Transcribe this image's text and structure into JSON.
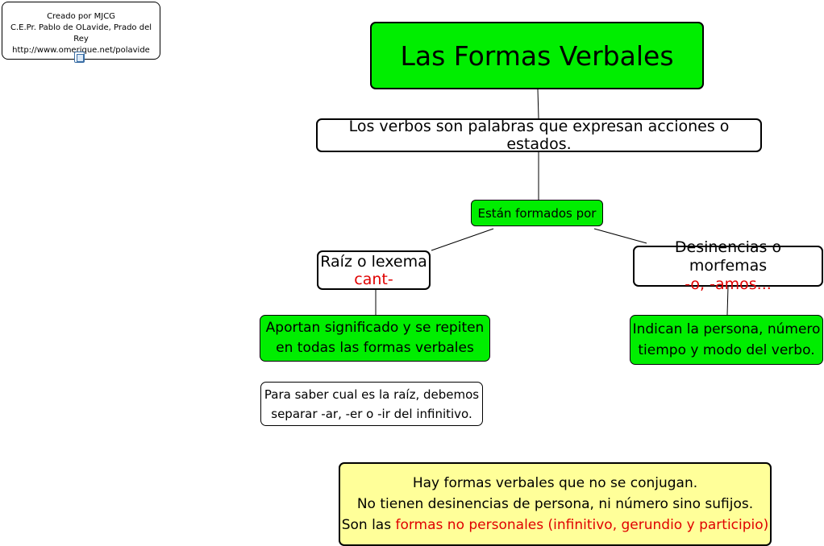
{
  "credit": {
    "line1": "Creado por MJCG",
    "line2": "C.E.Pr. Pablo de OLavide, Prado del Rey",
    "line3": "http://www.omerique.net/polavide",
    "icon": "document-icon"
  },
  "title": "Las Formas Verbales",
  "definition": "Los verbos son palabras que expresan acciones o estados.",
  "formed_by": "Están formados por",
  "root": {
    "label": "Raíz o lexema",
    "example": "cant-",
    "info_line1": "Aportan significado y se repiten",
    "info_line2": "en todas las formas verbales",
    "rule_line1": "Para saber cual es la raíz, debemos",
    "rule_line2": "separar -ar, -er o -ir del infinitivo."
  },
  "endings": {
    "label": "Desinencias o morfemas",
    "example": "-o, -amos...",
    "info_line1": "Indican la persona, número",
    "info_line2": "tiempo y modo del verbo."
  },
  "note": {
    "line1": "Hay formas verbales que no se conjugan.",
    "line2": "No tienen desinencias de persona, ni número sino sufijos.",
    "line3_prefix": "Son las ",
    "line3_highlight": "formas no personales (infinitivo, gerundio y participio)"
  },
  "colors": {
    "green_node": "#00ee00",
    "yellow_note": "#ffff99",
    "highlight_red": "#e00000"
  }
}
